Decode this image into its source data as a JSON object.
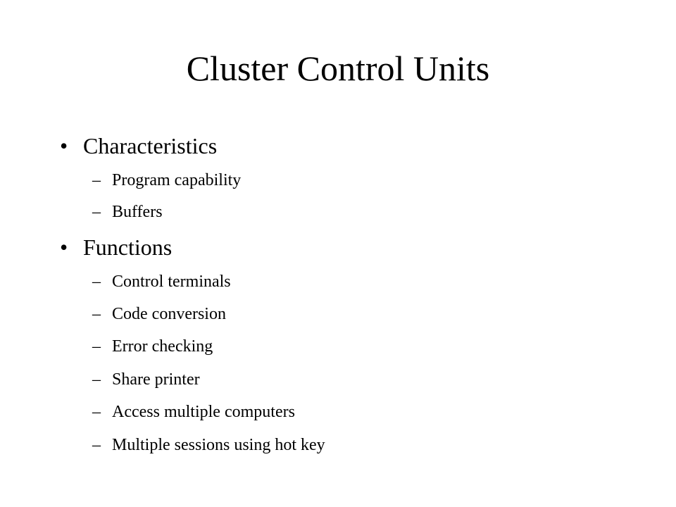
{
  "slide": {
    "title": "Cluster Control Units",
    "bullet_mark": "•",
    "sub_mark": "–",
    "sections": [
      {
        "label": "Characteristics",
        "items": [
          "Program capability",
          "Buffers"
        ]
      },
      {
        "label": "Functions",
        "items": [
          "Control terminals",
          "Code conversion",
          "Error checking",
          "Share printer",
          "Access multiple computers",
          "Multiple sessions using hot key"
        ]
      }
    ]
  }
}
